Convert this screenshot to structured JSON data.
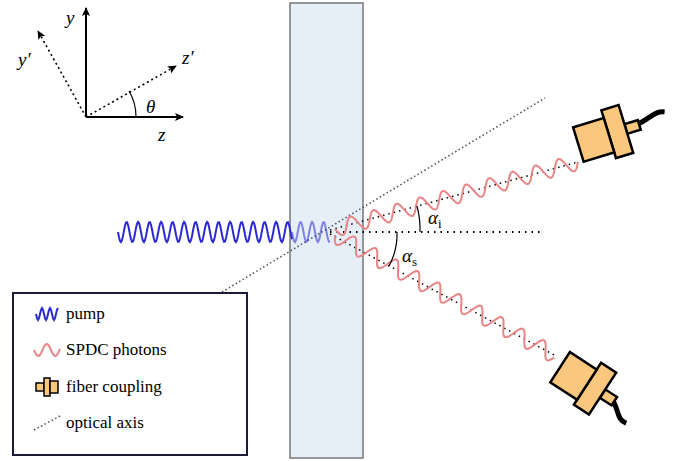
{
  "diagram": {
    "labels": [
      "y",
      "z",
      "y′",
      "z′",
      "θ",
      "αi",
      "αs"
    ],
    "legend": [
      {
        "text": "pump"
      },
      {
        "text": "SPDC photons"
      },
      {
        "text": "fiber coupling"
      },
      {
        "text": "optical axis"
      }
    ]
  }
}
